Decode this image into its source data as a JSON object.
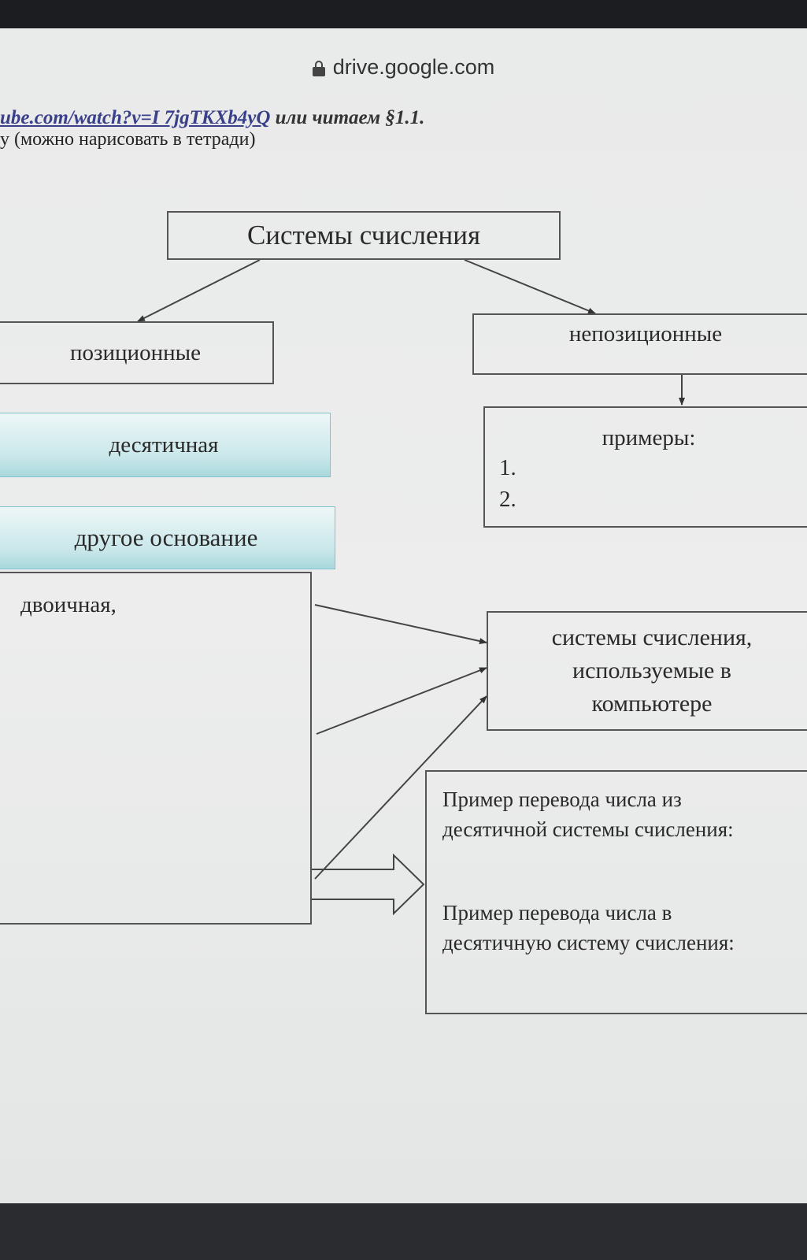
{
  "browser": {
    "url": "drive.google.com"
  },
  "doc_header": {
    "cut_link": "ube.com/watch?v=I 7jgTKXb4yQ",
    "cut_tail": "или  читаем §1.1.",
    "instruction": "у (можно нарисовать в тетради)"
  },
  "diagram": {
    "title": "Системы счисления",
    "positional": "позиционные",
    "nonpositional": "непозиционные",
    "decimal": "десятичная",
    "other_base": "другое основание",
    "examples": {
      "heading": "примеры:",
      "item1": "1.",
      "item2": "2."
    },
    "binary": "двоичная,",
    "computer_systems": {
      "line1": "системы счисления,",
      "line2": "используемые в",
      "line3": "компьютере"
    },
    "transfer": {
      "p1_line1": "Пример перевода числа из",
      "p1_line2": "десятичной системы счисления:",
      "p2_line1": "Пример перевода числа в",
      "p2_line2": "десятичную систему счисления:"
    }
  },
  "colors": {
    "teal_box": "#a9d8dc",
    "link": "#3a3f8a",
    "line": "#444444"
  }
}
